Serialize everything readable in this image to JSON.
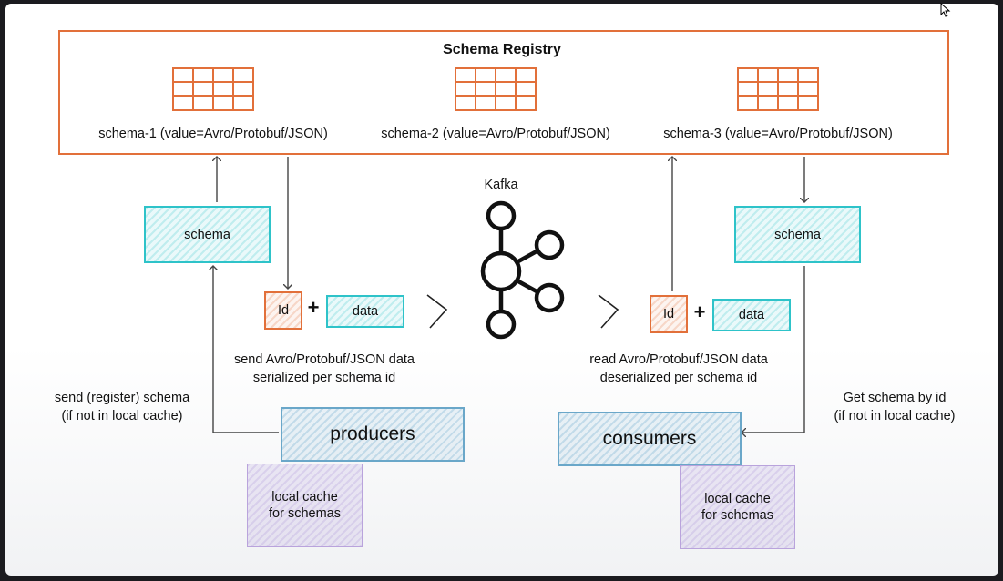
{
  "registry": {
    "title": "Schema Registry",
    "schemas": [
      "schema-1 (value=Avro/Protobuf/JSON)",
      "schema-2 (value=Avro/Protobuf/JSON)",
      "schema-3 (value=Avro/Protobuf/JSON)"
    ]
  },
  "kafka": {
    "label": "Kafka"
  },
  "producer_side": {
    "schema_label": "schema",
    "id_label": "Id",
    "plus": "+",
    "data_label": "data",
    "send_line1": "send Avro/Protobuf/JSON data",
    "send_line2": "serialized per schema id",
    "register_line1": "send (register) schema",
    "register_line2": "(if not in local cache)",
    "producers_label": "producers",
    "cache_line1": "local cache",
    "cache_line2": "for schemas"
  },
  "consumer_side": {
    "schema_label": "schema",
    "id_label": "Id",
    "plus": "+",
    "data_label": "data",
    "read_line1": "read Avro/Protobuf/JSON data",
    "read_line2": "deserialized per schema id",
    "get_line1": "Get schema by id",
    "get_line2": "(if not in local cache)",
    "consumers_label": "consumers",
    "cache_line1": "local cache",
    "cache_line2": "for schemas"
  },
  "colors": {
    "orange": "#e2703a",
    "teal": "#2ec3c9",
    "blue": "#6aa7c9",
    "purple": "#b9a3dc"
  }
}
